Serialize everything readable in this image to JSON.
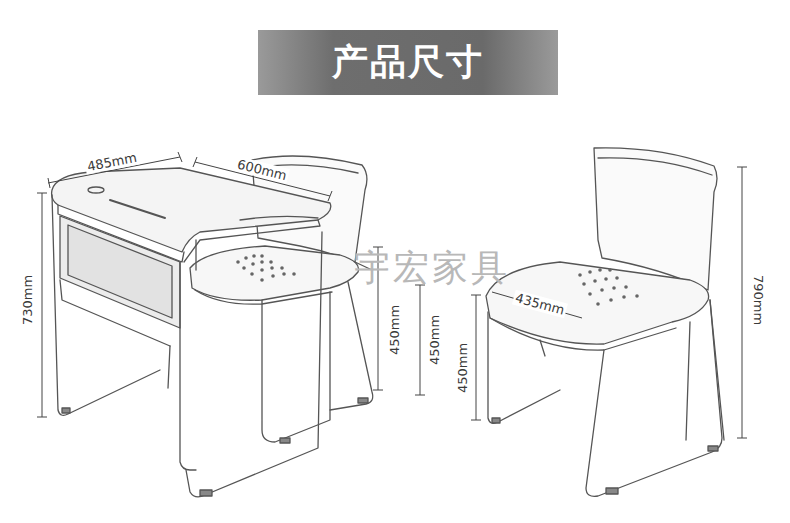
{
  "diagram": {
    "title": "产品尺寸",
    "labels": [
      "485mm",
      "600mm",
      "730mm",
      "450mm",
      "450mm",
      "450mm",
      "435mm",
      "790mm",
      "宇宏家具"
    ]
  }
}
